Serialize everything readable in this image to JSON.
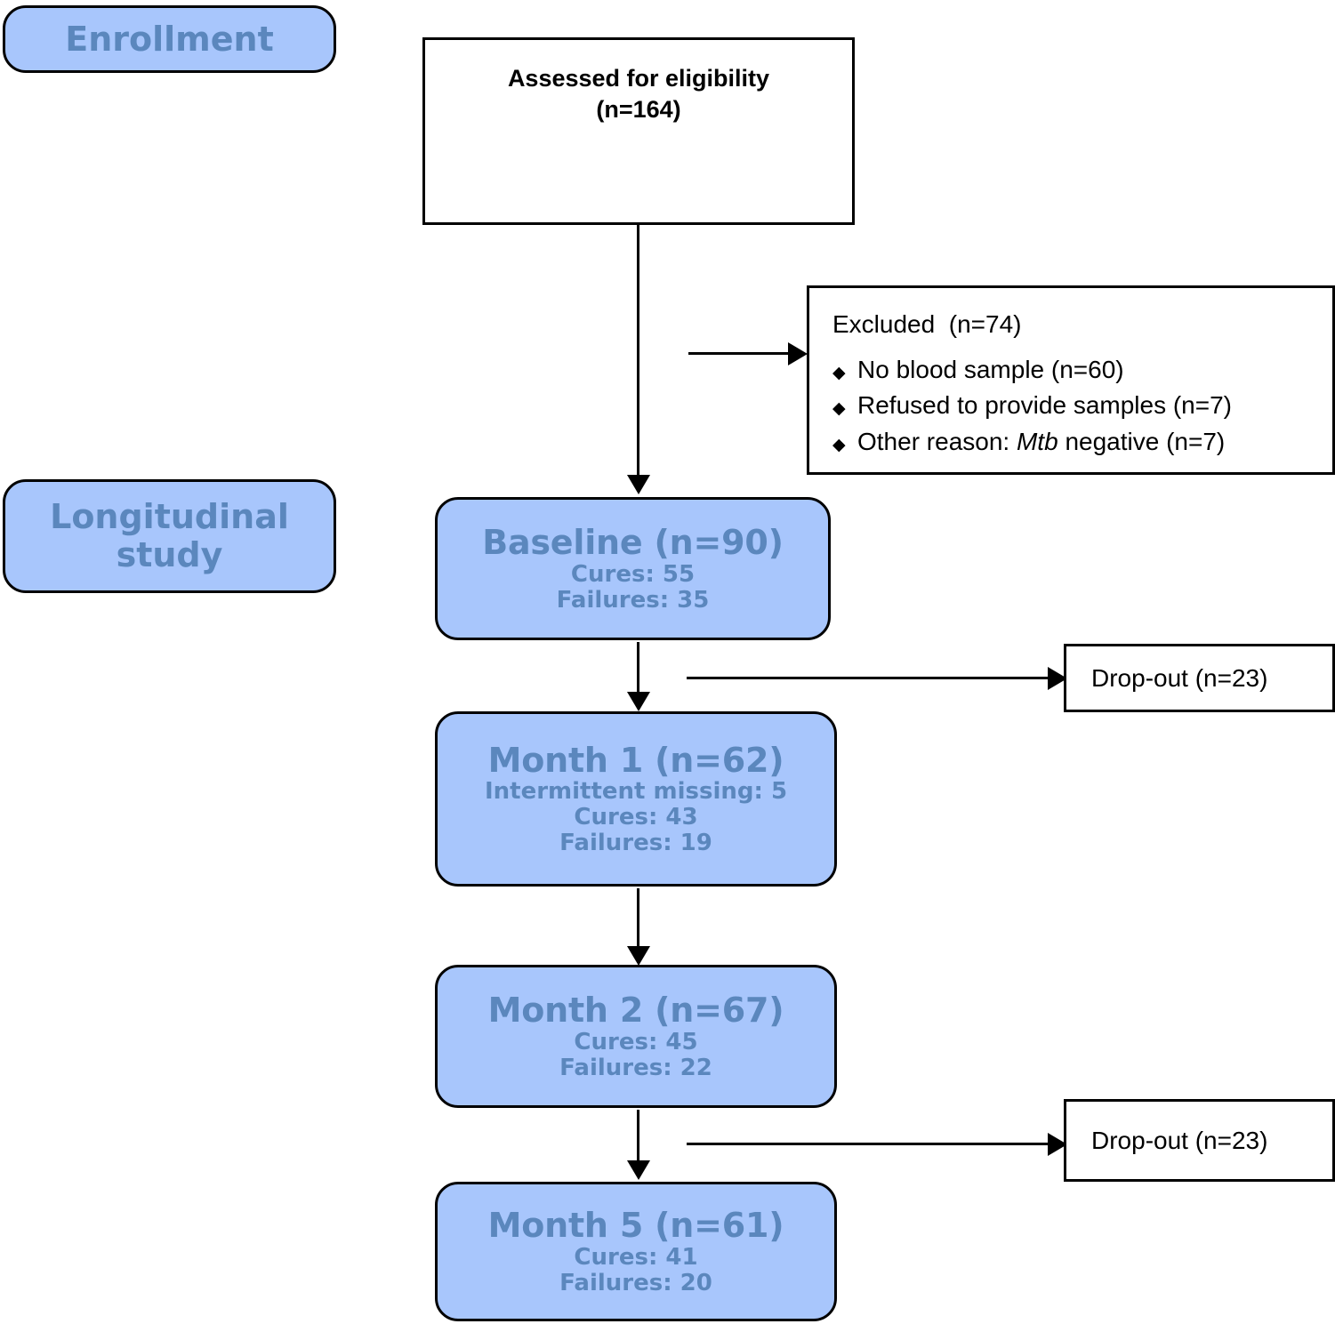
{
  "diagram": {
    "type": "consort-flow-diagram",
    "colors": {
      "blue_fill": "#a8c6fc",
      "blue_text": "#5b87bd",
      "box_border": "#000000",
      "white_fill": "#ffffff",
      "black_text": "#000000"
    }
  },
  "phase_labels": [
    {
      "id": "enrollment",
      "label": "Enrollment"
    },
    {
      "id": "longitudinal",
      "line1": "Longitudinal",
      "line2": "study"
    }
  ],
  "eligibility": {
    "line1": "Assessed for eligibility",
    "line2": "(n=164)"
  },
  "excluded": {
    "heading": "Excluded  (n=74)",
    "items": [
      {
        "bullet": "diamond-bullet",
        "text": "No blood sample (n=60)"
      },
      {
        "bullet": "diamond-bullet",
        "text": "Refused to provide samples (n=7)"
      },
      {
        "bullet": "diamond-bullet",
        "text_before": "Other reason: ",
        "text_italic": "Mtb",
        "text_after": " negative (n=7)"
      }
    ]
  },
  "stages": [
    {
      "id": "baseline",
      "title": "Baseline (n=90)",
      "subs": [
        "Cures: 55",
        "Failures: 35"
      ]
    },
    {
      "id": "month-1",
      "title": "Month 1 (n=62)",
      "subs": [
        "Intermittent missing: 5",
        "Cures: 43",
        "Failures: 19"
      ]
    },
    {
      "id": "month-2",
      "title": "Month 2 (n=67)",
      "subs": [
        "Cures: 45",
        "Failures: 22"
      ]
    },
    {
      "id": "month-5",
      "title": "Month 5 (n=61)",
      "subs": [
        "Cures: 41",
        "Failures: 20"
      ]
    }
  ],
  "dropouts": [
    {
      "id": "dropout-1",
      "label": "Drop-out (n=23)"
    },
    {
      "id": "dropout-2",
      "label": "Drop-out (n=23)"
    }
  ]
}
